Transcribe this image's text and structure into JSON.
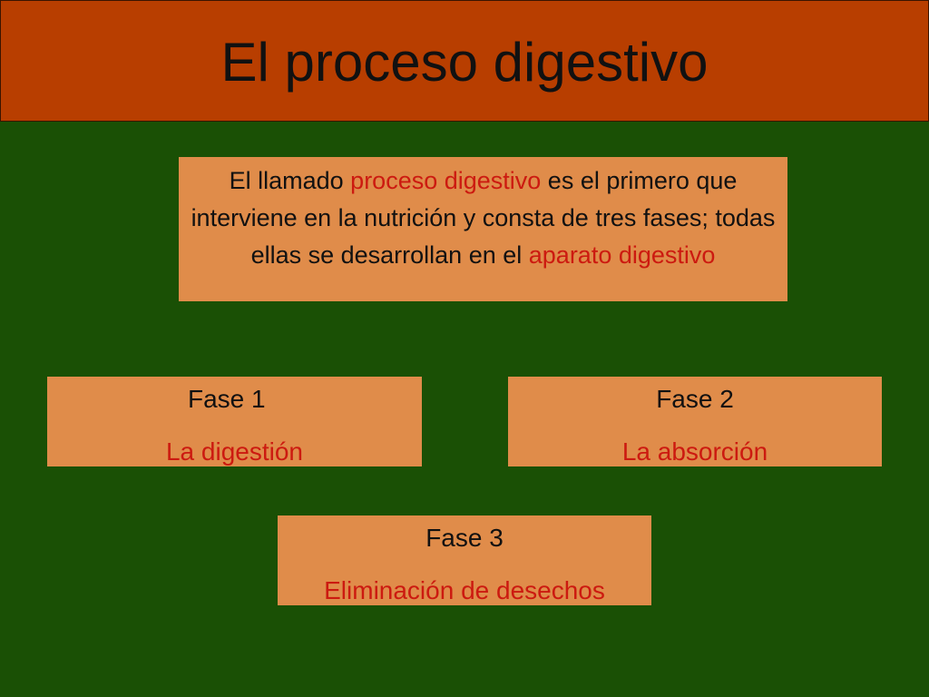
{
  "slide": {
    "title": "El proceso digestivo",
    "intro": {
      "part1": "El llamado ",
      "highlight1": "proceso digestivo",
      "part2": " es el primero que interviene en la nutrición y consta de tres fases; todas ellas se desarrollan en el ",
      "highlight2": "aparato digestivo"
    },
    "phases": [
      {
        "label": "Fase 1",
        "name": "La digestión"
      },
      {
        "label": "Fase 2",
        "name": "La absorción"
      },
      {
        "label": "Fase 3",
        "name": "Eliminación de desechos"
      }
    ]
  },
  "colors": {
    "background": "#1a5005",
    "title_bar": "#b83e00",
    "box": "#e08c4a",
    "highlight": "#cc1a10",
    "text": "#111111"
  }
}
